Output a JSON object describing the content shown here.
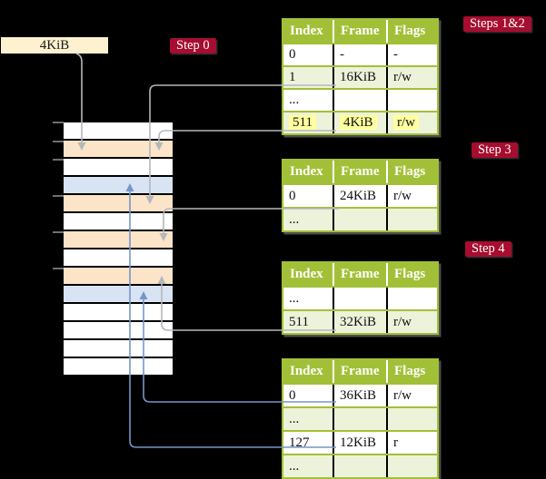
{
  "frame_size_label": "4KiB",
  "badges": {
    "step0": "Step 0",
    "steps12": "Steps 1&2",
    "step3": "Step 3",
    "step4": "Step 4"
  },
  "memory": {
    "rows": [
      "white",
      "orange",
      "white",
      "blue",
      "orange",
      "white",
      "orange",
      "white",
      "orange",
      "blue",
      "white",
      "white",
      "white",
      "white"
    ]
  },
  "tables": [
    {
      "step": "Steps 1&2",
      "headers": [
        "Index",
        "Frame",
        "Flags"
      ],
      "rows": [
        {
          "cells": [
            "0",
            "-",
            "-"
          ],
          "highlight": false
        },
        {
          "cells": [
            "1",
            "16KiB",
            "r/w"
          ],
          "highlight": false
        },
        {
          "cells": [
            "...",
            "",
            ""
          ],
          "highlight": false
        },
        {
          "cells": [
            "511",
            "4KiB",
            "r/w"
          ],
          "highlight": true
        }
      ]
    },
    {
      "step": "Step 3",
      "headers": [
        "Index",
        "Frame",
        "Flags"
      ],
      "rows": [
        {
          "cells": [
            "0",
            "24KiB",
            "r/w"
          ],
          "highlight": false
        },
        {
          "cells": [
            "...",
            "",
            ""
          ],
          "highlight": false
        }
      ]
    },
    {
      "step": "Step 4",
      "headers": [
        "Index",
        "Frame",
        "Flags"
      ],
      "rows": [
        {
          "cells": [
            "...",
            "",
            ""
          ],
          "highlight": false
        },
        {
          "cells": [
            "511",
            "32KiB",
            "r/w"
          ],
          "highlight": false
        }
      ]
    },
    {
      "step": "",
      "headers": [
        "Index",
        "Frame",
        "Flags"
      ],
      "rows": [
        {
          "cells": [
            "0",
            "36KiB",
            "r/w"
          ],
          "highlight": false
        },
        {
          "cells": [
            "...",
            "",
            ""
          ],
          "highlight": false
        },
        {
          "cells": [
            "127",
            "12KiB",
            "r"
          ],
          "highlight": false
        },
        {
          "cells": [
            "...",
            "",
            ""
          ],
          "highlight": false
        }
      ]
    }
  ],
  "colors": {
    "background": "#000000",
    "label_cream": "#fdf1cf",
    "badge_red": "#a60d2e",
    "table_header_green": "#a2c037",
    "table_row_green": "#edf2da",
    "frame_white": "#ffffff",
    "frame_orange": "#fbe4c7",
    "frame_blue": "#d8e4f3",
    "highlight_yellow": "#ffff9e",
    "gray_line": "#b4b7bd",
    "blue_line": "#7695ca"
  }
}
